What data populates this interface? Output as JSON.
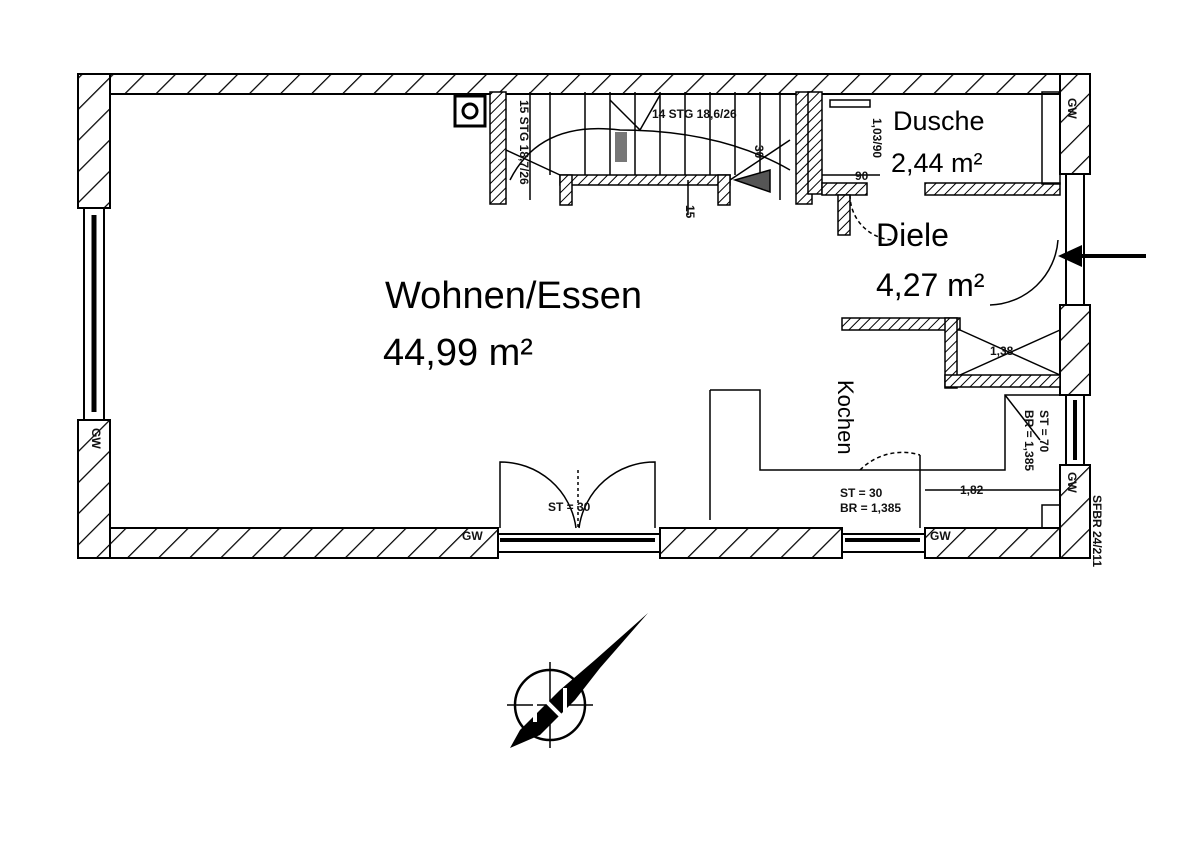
{
  "rooms": {
    "wohnen": {
      "name": "Wohnen/Essen",
      "area": "44,99 m²"
    },
    "dusche": {
      "name": "Dusche",
      "area": "2,44 m²"
    },
    "diele": {
      "name": "Diele",
      "area": "4,27 m²"
    },
    "kochen": {
      "name": "Kochen"
    }
  },
  "annotations": {
    "stair1": "15 STG 18,7/26",
    "stair2": "14 STG 18,6/26",
    "stair_30": "30",
    "stair_15": "15",
    "shower_dim": "1,03/90",
    "shower_90": "90",
    "door_living": "ST = 30",
    "door_kitchen_st": "ST = 30",
    "door_kitchen_br": "BR = 1,385",
    "kitchen_dim": "1,82",
    "door_side_st": "ST = 70",
    "door_side_br": "BR = 1,385",
    "store_dim": "1,38",
    "gw1": "GW",
    "gw2": "GW",
    "gw3": "GW",
    "gw4": "GW",
    "gw5": "GW",
    "sfbr": "SFBR 24/211"
  },
  "compass": {
    "label": "N"
  }
}
